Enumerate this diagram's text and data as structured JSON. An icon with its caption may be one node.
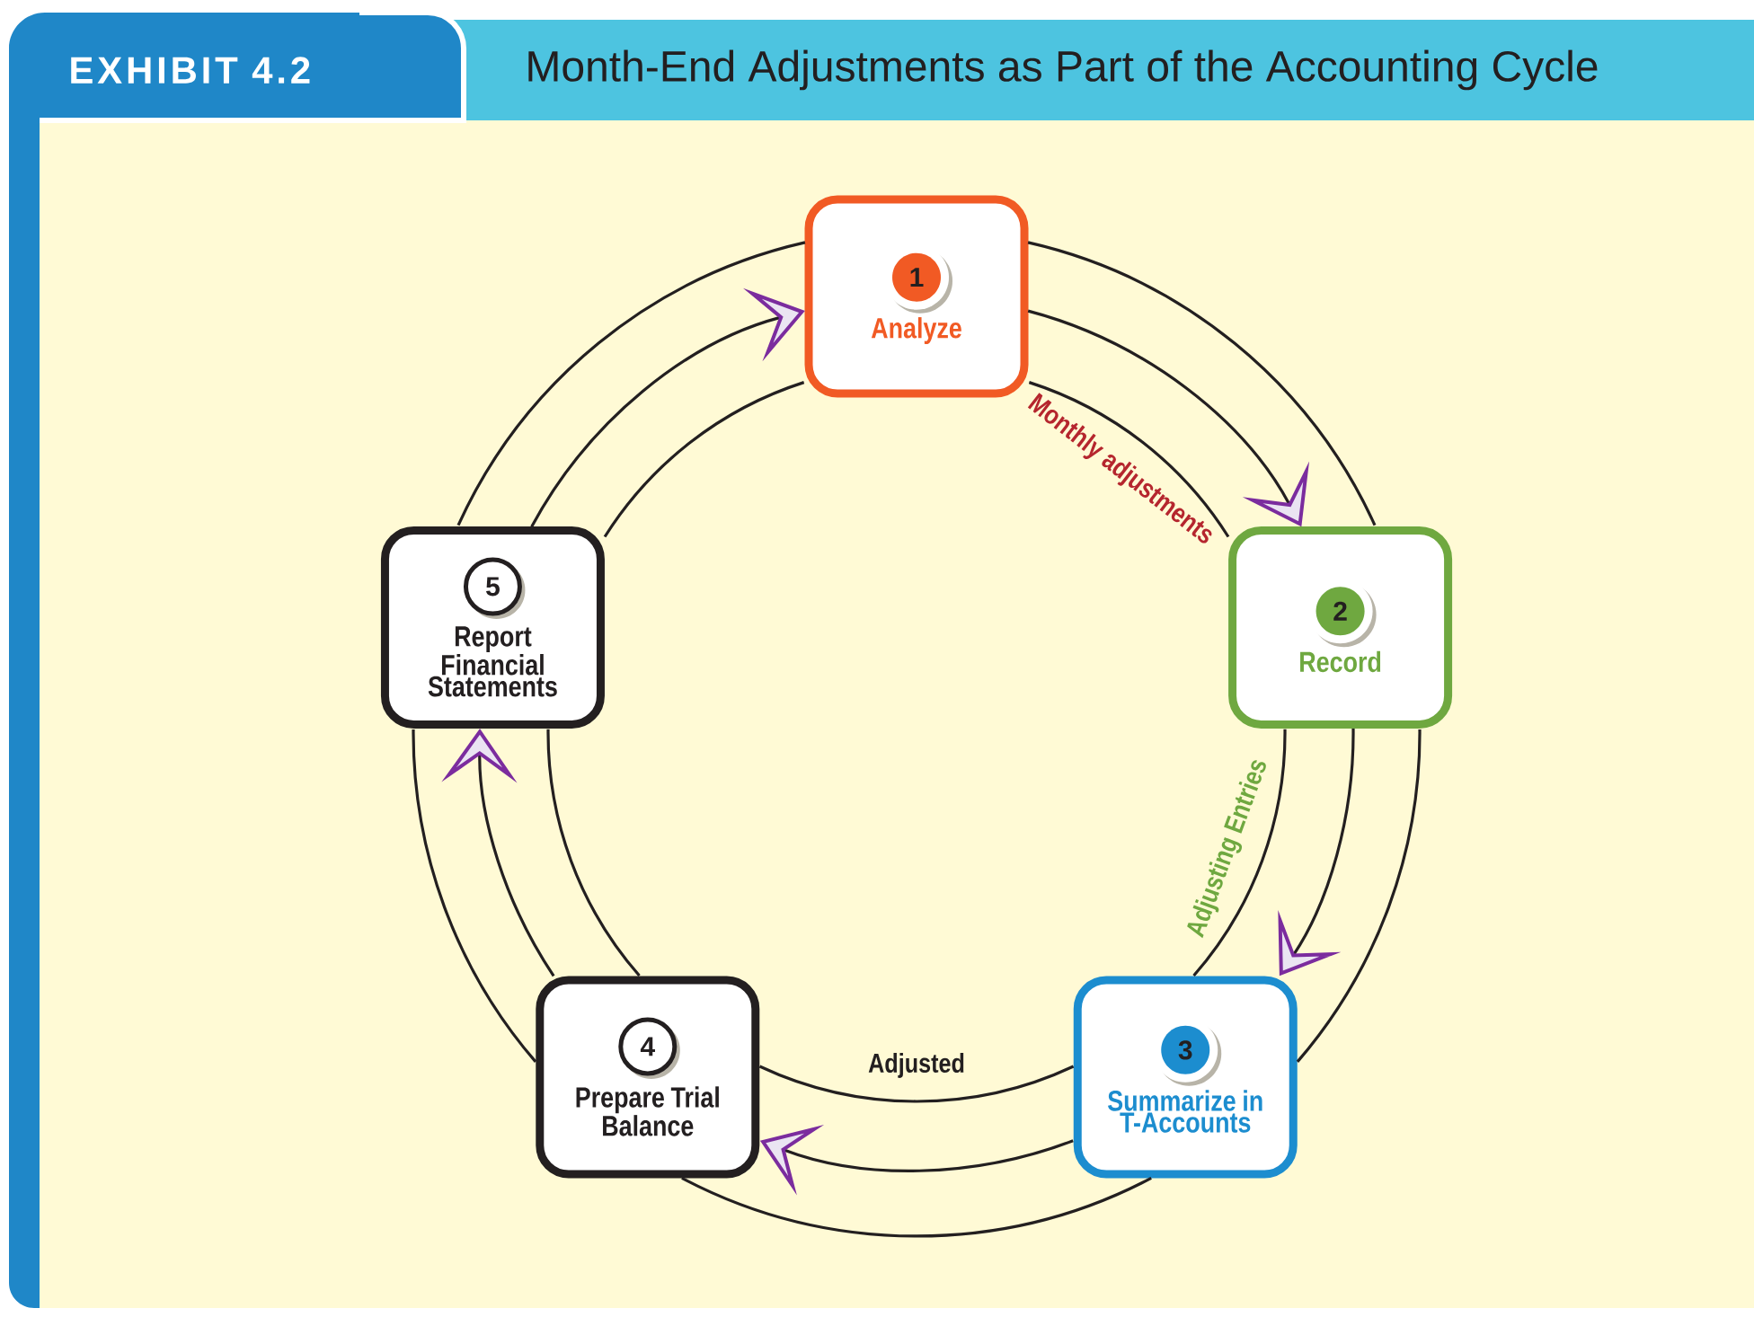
{
  "diagram": {
    "title": "Month-End Adjustments as Part of the Accounting Cycle",
    "nodes": [
      {
        "text": [
          "1",
          "Analyze"
        ]
      },
      {
        "text": [
          "2",
          "Record"
        ]
      },
      {
        "text": [
          "3",
          "Summarize in T-Accounts"
        ]
      },
      {
        "text": [
          "4",
          "Prepare Trial Balance"
        ]
      },
      {
        "text": [
          "5",
          "Report Financial Statements"
        ]
      }
    ],
    "edges": [
      {
        "from": 0,
        "to": 1,
        "arrow": "to"
      },
      {
        "from": 1,
        "to": 2,
        "arrow": "to"
      },
      {
        "from": 2,
        "to": 3,
        "arrow": "to"
      },
      {
        "from": 3,
        "to": 4,
        "arrow": "to"
      },
      {
        "from": 4,
        "to": 0,
        "arrow": "to"
      },
      {
        "from": 0,
        "to": 1,
        "arrow": "none"
      },
      {
        "from": 1,
        "to": 2,
        "arrow": "none"
      },
      {
        "from": 2,
        "to": 3,
        "arrow": "none"
      },
      {
        "from": 3,
        "to": 4,
        "arrow": "none"
      },
      {
        "from": 4,
        "to": 0,
        "arrow": "none"
      },
      {
        "from": 0,
        "to": 1,
        "arrow": "none",
        "label": "Monthly adjustments"
      },
      {
        "from": 1,
        "to": 2,
        "arrow": "none",
        "label": "Adjusting Entries"
      },
      {
        "from": 2,
        "to": 3,
        "arrow": "none",
        "label": "Adjusted"
      },
      {
        "from": 3,
        "to": 4,
        "arrow": "none"
      },
      {
        "from": 4,
        "to": 0,
        "arrow": "none"
      }
    ],
    "labels": [
      "EXHIBIT 4.2"
    ]
  }
}
